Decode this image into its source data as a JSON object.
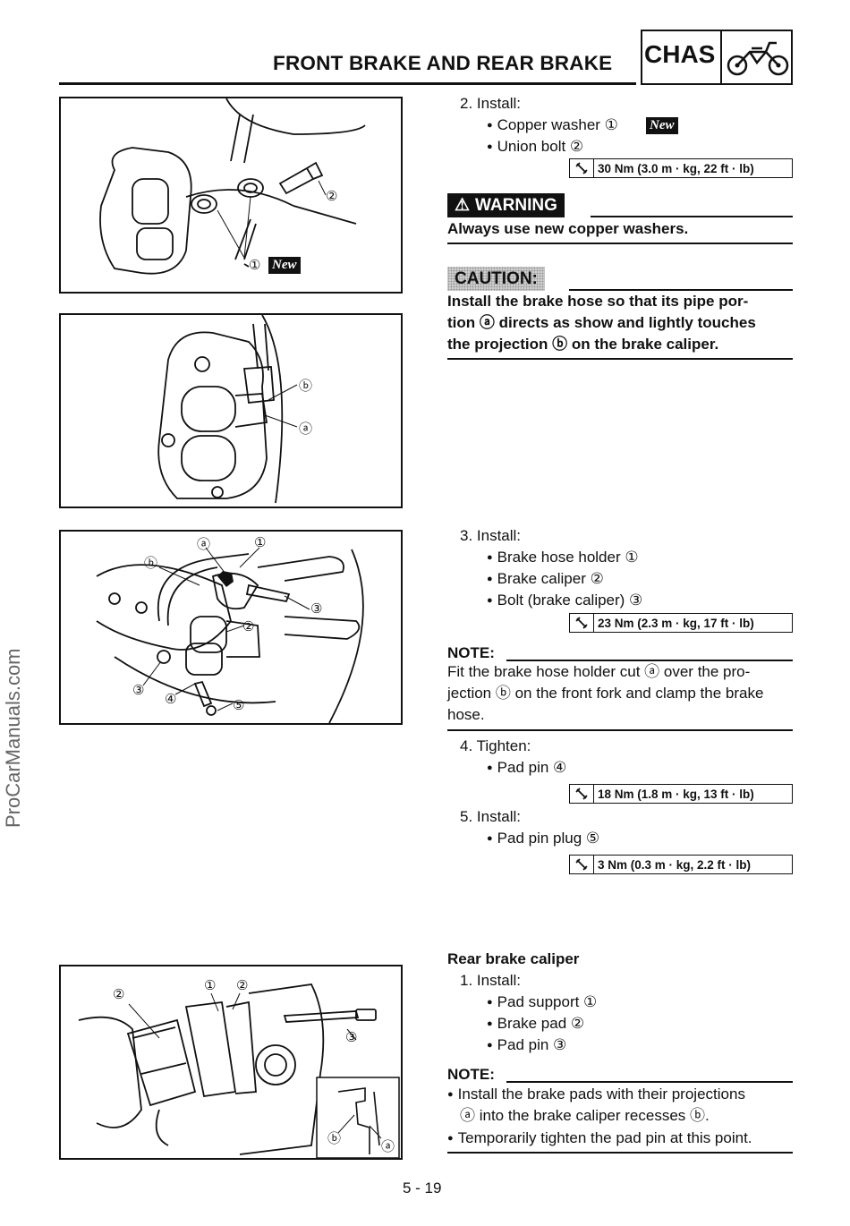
{
  "header": {
    "title": "FRONT BRAKE AND REAR BRAKE",
    "section": "CHAS",
    "section_icon": "motorcycle-icon"
  },
  "watermark": "ProCarManuals.com",
  "step2": {
    "head": "2.  Install:",
    "items": [
      "Copper washer ①",
      "Union bolt ②"
    ],
    "new_badge": "New",
    "torque": "30 Nm (3.0 m · kg, 22 ft · lb)"
  },
  "warning": {
    "label": "WARNING",
    "text": "Always use new copper washers."
  },
  "caution": {
    "label": "CAUTION:",
    "lines": [
      "Install the brake hose so that its pipe por-",
      "tion ⓐ directs as show and lightly touches",
      "the projection ⓑ on the brake caliper."
    ]
  },
  "step3": {
    "head": "3.  Install:",
    "items": [
      "Brake hose holder ①",
      "Brake caliper ②",
      "Bolt (brake caliper) ③"
    ],
    "torque": "23 Nm (2.3 m · kg, 17 ft · lb)"
  },
  "note1": {
    "label": "NOTE:",
    "lines": [
      "Fit the brake hose holder cut ⓐ over the pro-",
      "jection ⓑ on the front fork and clamp the brake",
      "hose."
    ]
  },
  "step4": {
    "head": "4.  Tighten:",
    "items": [
      "Pad pin ④"
    ],
    "torque": "18 Nm (1.8 m · kg, 13 ft · lb)"
  },
  "step5": {
    "head": "5.  Install:",
    "items": [
      "Pad pin plug ⑤"
    ],
    "torque": "3 Nm (0.3 m · kg, 2.2 ft · lb)"
  },
  "rear": {
    "title": "Rear brake caliper",
    "head": "1.  Install:",
    "items": [
      "Pad support ①",
      "Brake pad ②",
      "Pad pin ③"
    ]
  },
  "note2": {
    "label": "NOTE:",
    "bullets": [
      [
        "Install the brake pads with their projections",
        "ⓐ into the brake caliper recesses ⓑ."
      ],
      [
        "Temporarily tighten the pad pin at this point."
      ]
    ]
  },
  "figures": {
    "fig1": {
      "callouts": [
        "①",
        "②"
      ],
      "new_badge": "New"
    },
    "fig2": {
      "callouts": [
        "ⓑ",
        "ⓐ"
      ]
    },
    "fig3": {
      "callouts": [
        "ⓐ",
        "①",
        "ⓑ",
        "③",
        "②",
        "③",
        "④",
        "⑤"
      ]
    },
    "fig4": {
      "callouts": [
        "②",
        "①",
        "②",
        "③",
        "ⓑ",
        "ⓐ"
      ]
    }
  },
  "page_number": "5 - 19"
}
